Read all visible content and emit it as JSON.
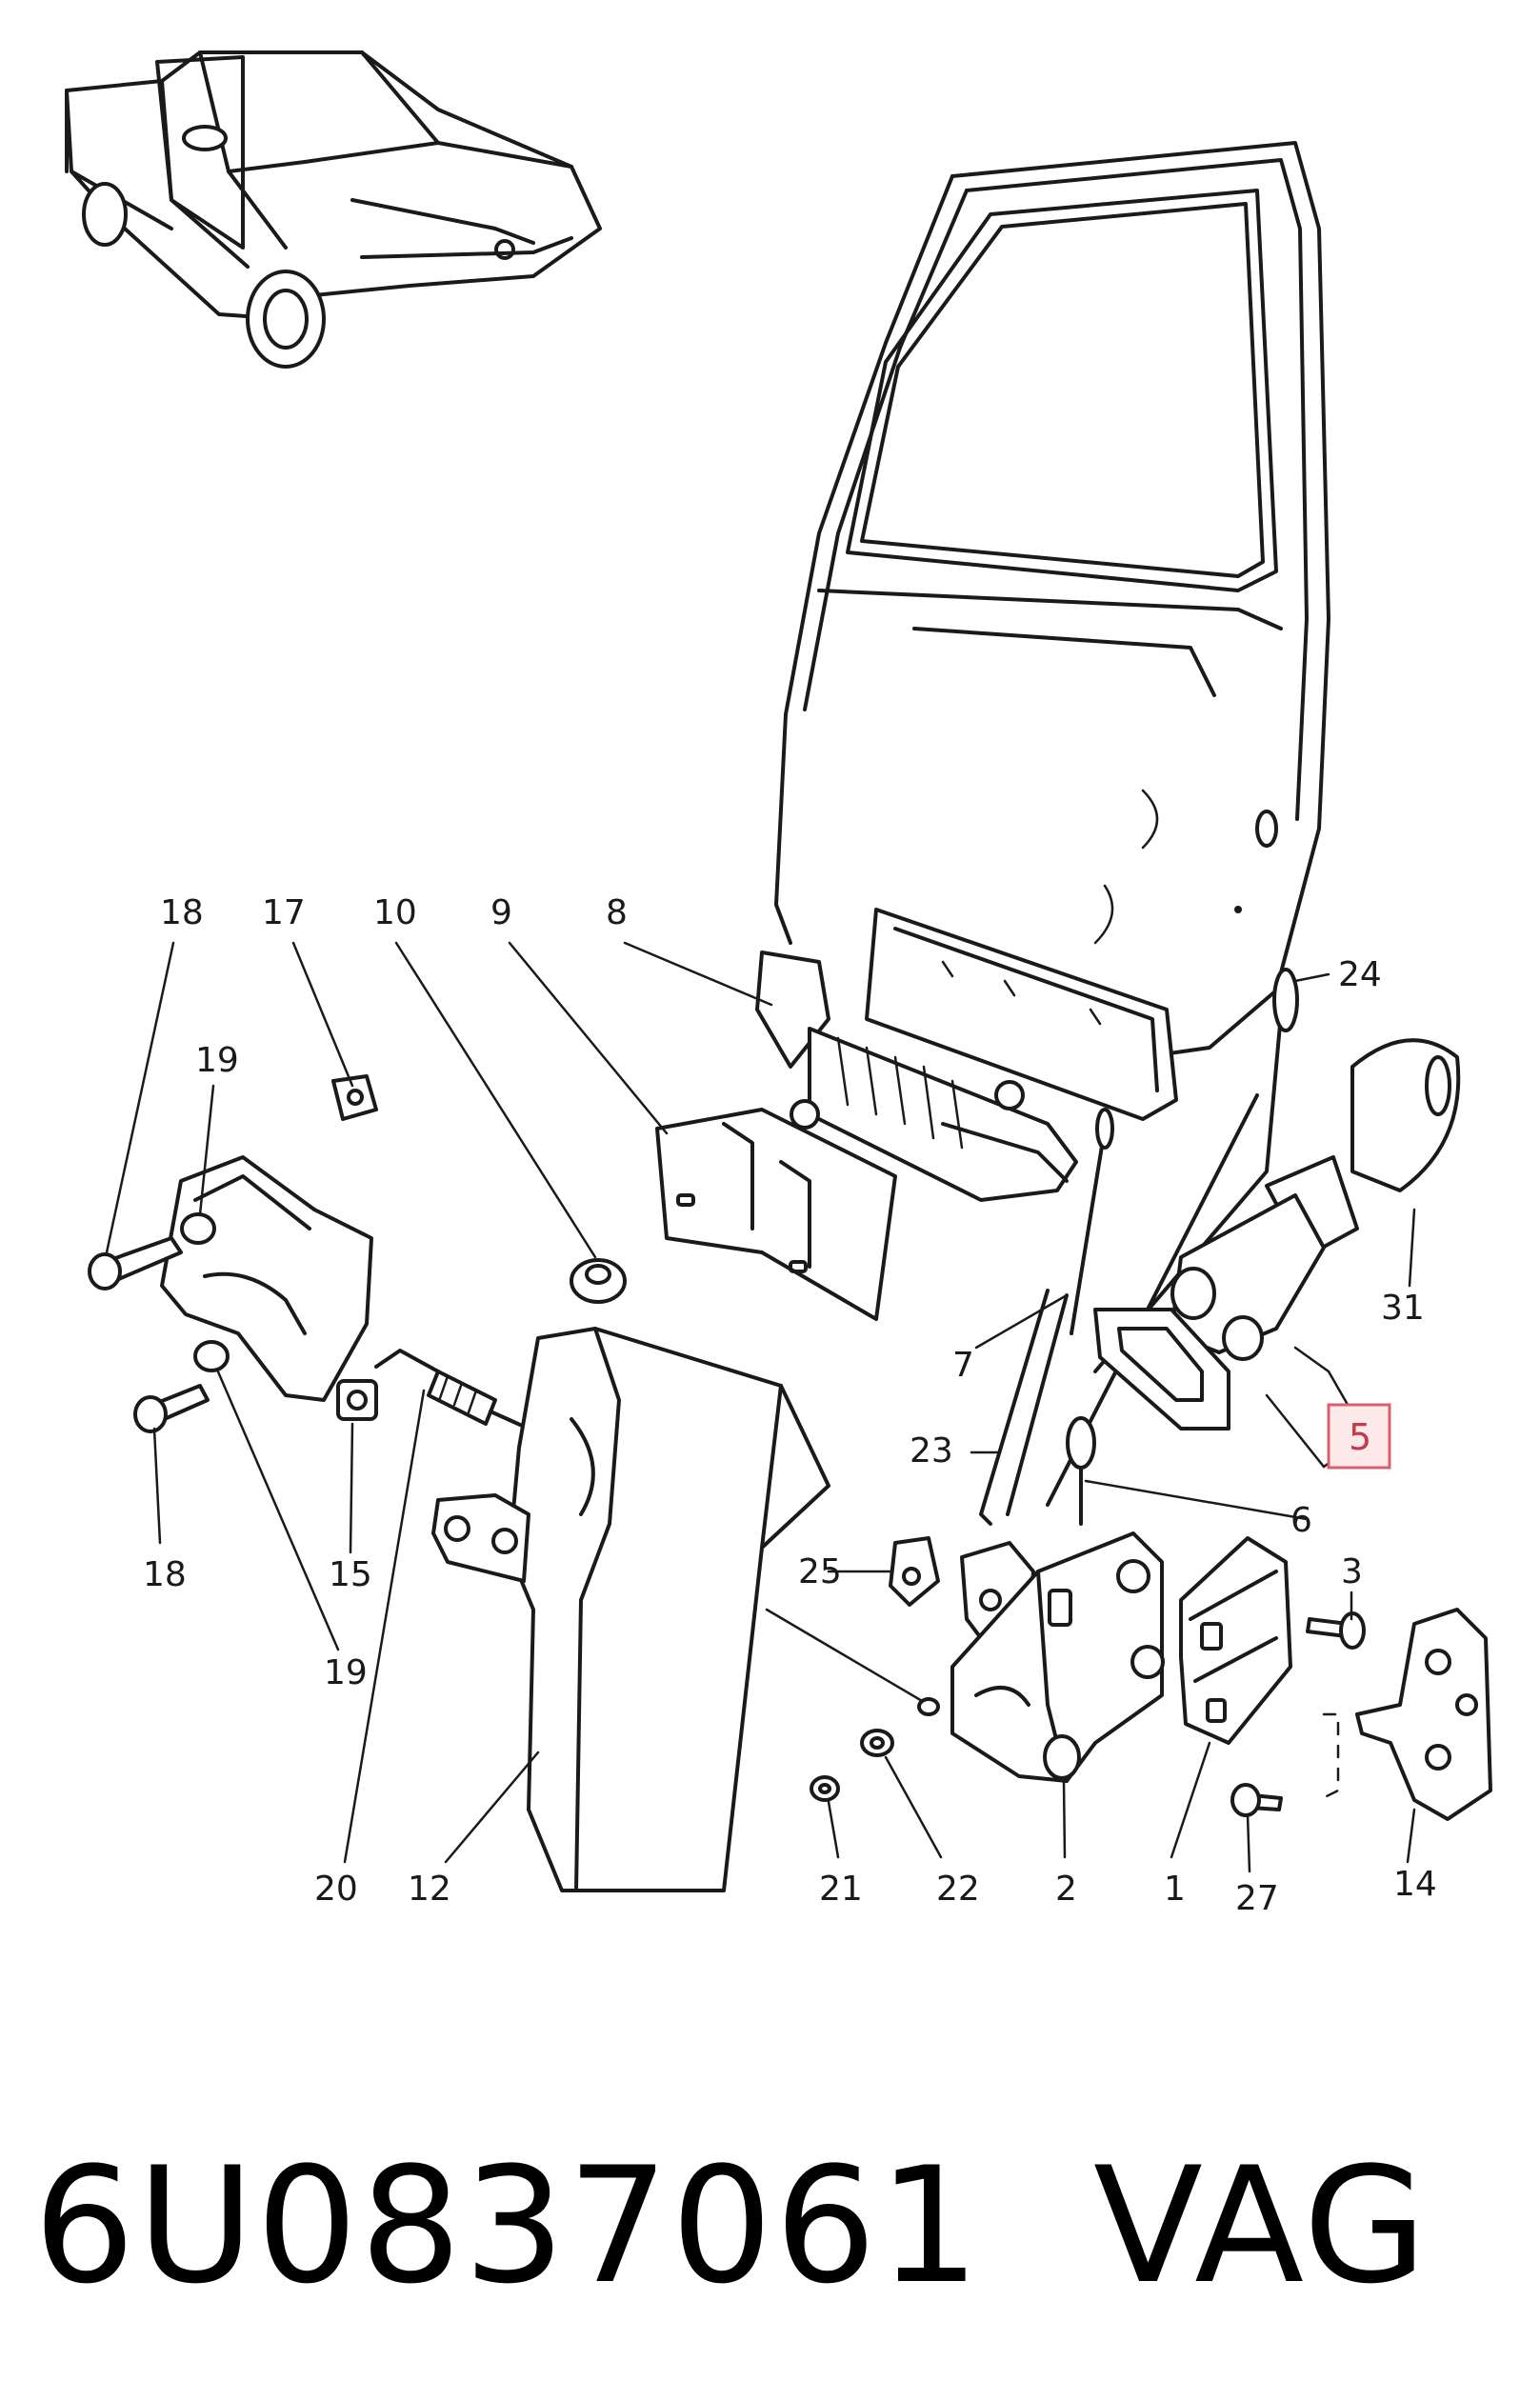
{
  "diagram": {
    "callouts": [
      "18",
      "17",
      "10",
      "9",
      "8",
      "24",
      "19",
      "31",
      "7",
      "15",
      "5",
      "23",
      "6",
      "25",
      "3",
      "18",
      "19",
      "20",
      "12",
      "21",
      "22",
      "2",
      "1",
      "27",
      "14"
    ],
    "highlighted": "5",
    "highlight_color": "#d9606e"
  },
  "caption": {
    "part_number": "6U0837061",
    "brand": "VAG"
  }
}
